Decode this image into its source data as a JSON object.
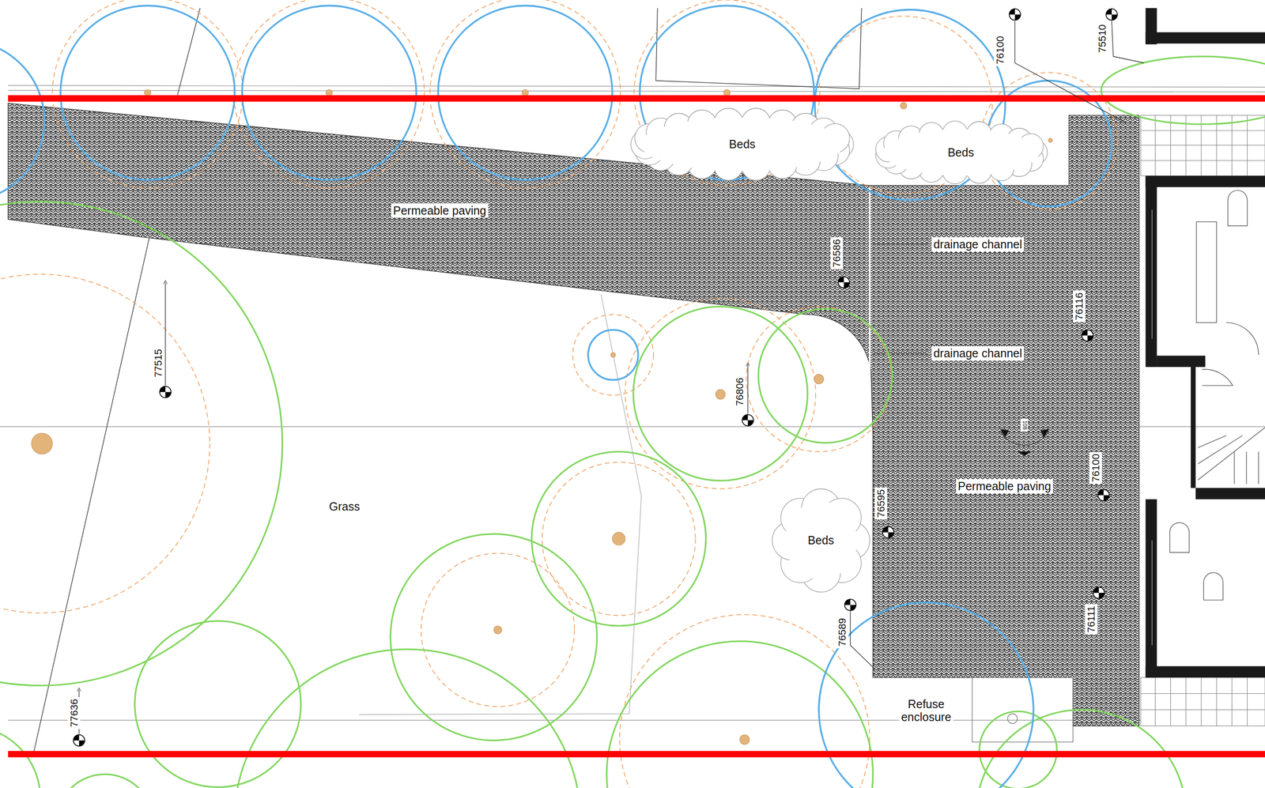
{
  "diagram": {
    "nodes": [
      {
        "text": [
          "Beds"
        ]
      },
      {
        "text": [
          "Beds"
        ]
      },
      {
        "text": [
          "Beds"
        ]
      }
    ],
    "labels": [
      "76100",
      "75510",
      "Permeable paving",
      "drainage channel",
      "76586",
      "76116",
      "drainage channel",
      "77515",
      "76806",
      "108",
      "76100",
      "Permeable paving",
      "Grass",
      "76595",
      "76589",
      "76111",
      "Refuse enclosure",
      "77636"
    ]
  }
}
